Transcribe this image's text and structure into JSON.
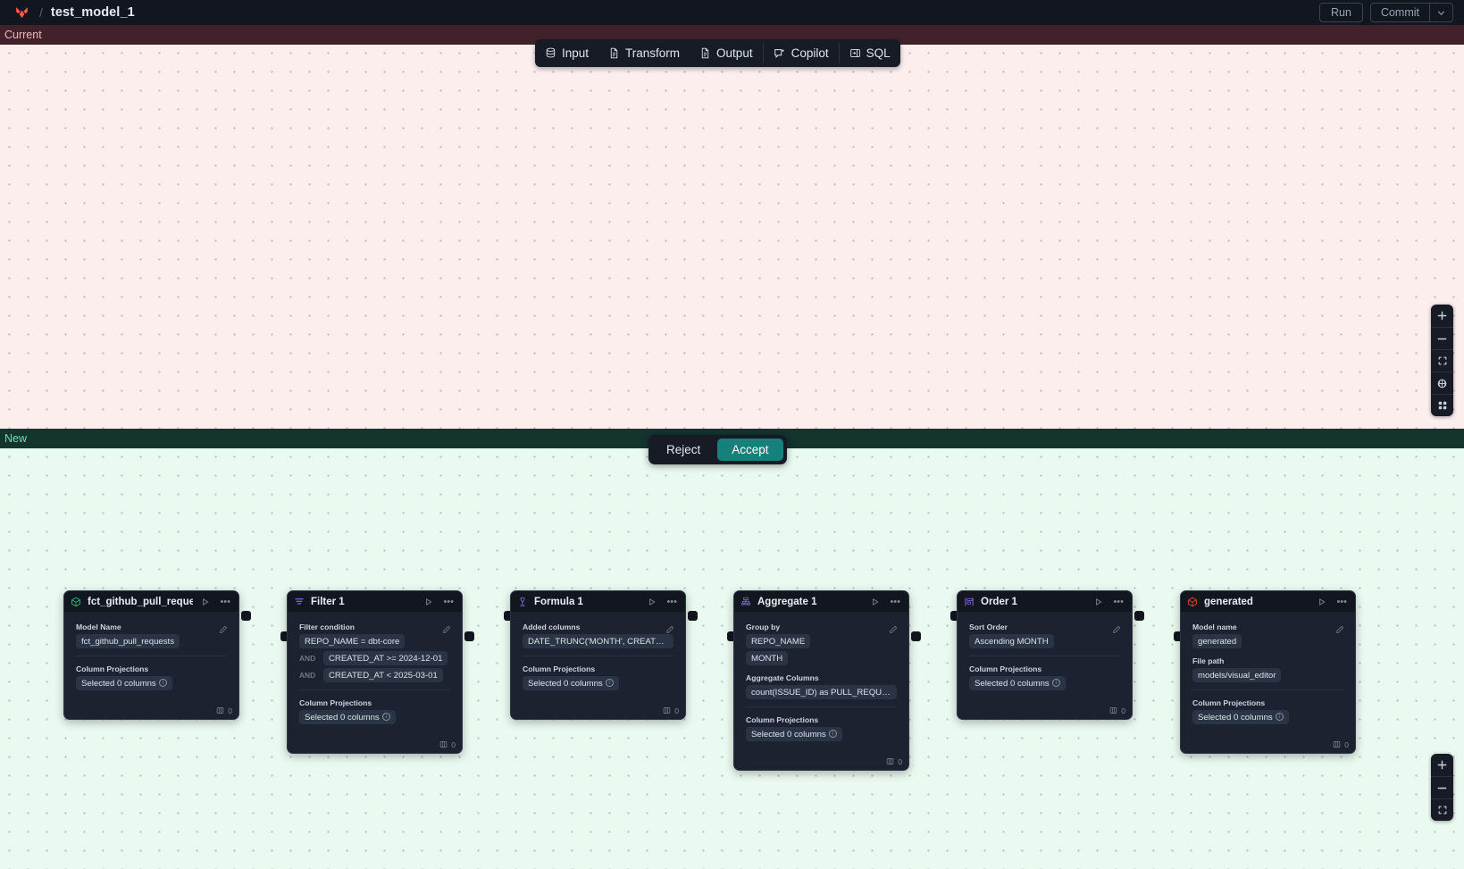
{
  "topbar": {
    "logo_icon": "dbt-logo-icon",
    "separator": "/",
    "title": "test_model_1",
    "run_label": "Run",
    "commit_label": "Commit",
    "commit_caret_icon": "chevron-down-icon"
  },
  "toolbar": {
    "items": [
      {
        "label": "Input",
        "icon": "database-icon"
      },
      {
        "label": "Transform",
        "icon": "file-text-icon"
      },
      {
        "label": "Output",
        "icon": "file-text-icon"
      },
      {
        "label": "Copilot",
        "icon": "copilot-sparkle-icon"
      },
      {
        "label": "SQL",
        "icon": "sql-panel-icon"
      }
    ]
  },
  "panes": {
    "current_label": "Current",
    "new_label": "New"
  },
  "decision": {
    "reject_label": "Reject",
    "accept_label": "Accept",
    "accent_color": "#16807a"
  },
  "zoom_controls_top": [
    {
      "icon": "plus-icon"
    },
    {
      "icon": "minus-icon"
    },
    {
      "icon": "fit-view-icon"
    },
    {
      "icon": "globe-icon"
    },
    {
      "icon": "grid-icon"
    }
  ],
  "zoom_controls_bottom": [
    {
      "icon": "plus-icon"
    },
    {
      "icon": "minus-icon"
    },
    {
      "icon": "fit-view-icon"
    }
  ],
  "nodes": [
    {
      "id": "source",
      "title": "fct_github_pull_requests",
      "icon": "cube-green-icon",
      "fields": [
        {
          "label": "Model Name",
          "chips": [
            {
              "text": "fct_github_pull_requests"
            }
          ]
        },
        {
          "label": "Column Projections",
          "chips": [
            {
              "text": "Selected 0 columns",
              "info": true
            }
          ]
        }
      ],
      "footer_count": "0",
      "footer_icon": "columns-icon"
    },
    {
      "id": "filter",
      "title": "Filter 1",
      "icon": "filter-purple-icon",
      "fields": [
        {
          "label": "Filter condition",
          "chips": [
            {
              "text": "REPO_NAME = dbt-core"
            },
            {
              "prefix": "AND",
              "text": "CREATED_AT >= 2024-12-01"
            },
            {
              "prefix": "AND",
              "text": "CREATED_AT < 2025-03-01"
            }
          ]
        },
        {
          "label": "Column Projections",
          "chips": [
            {
              "text": "Selected 0 columns",
              "info": true
            }
          ]
        }
      ],
      "footer_count": "0",
      "footer_icon": "columns-icon"
    },
    {
      "id": "formula",
      "title": "Formula 1",
      "icon": "formula-purple-icon",
      "fields": [
        {
          "label": "Added columns",
          "chips": [
            {
              "text": "DATE_TRUNC('MONTH', CREATED_AT..."
            }
          ]
        },
        {
          "label": "Column Projections",
          "chips": [
            {
              "text": "Selected 0 columns",
              "info": true
            }
          ]
        }
      ],
      "footer_count": "0",
      "footer_icon": "columns-icon"
    },
    {
      "id": "aggregate",
      "title": "Aggregate 1",
      "icon": "aggregate-purple-icon",
      "fields": [
        {
          "label": "Group by",
          "chips": [
            {
              "text": "REPO_NAME"
            },
            {
              "text": "MONTH"
            }
          ]
        },
        {
          "label": "Aggregate Columns",
          "chips": [
            {
              "text": "count(ISSUE_ID) as PULL_REQUEST_..."
            }
          ]
        },
        {
          "label": "Column Projections",
          "chips": [
            {
              "text": "Selected 0 columns",
              "info": true
            }
          ]
        }
      ],
      "footer_count": "0",
      "footer_icon": "columns-icon"
    },
    {
      "id": "order",
      "title": "Order 1",
      "icon": "order-purple-icon",
      "fields": [
        {
          "label": "Sort Order",
          "chips": [
            {
              "text": "Ascending MONTH"
            }
          ]
        },
        {
          "label": "Column Projections",
          "chips": [
            {
              "text": "Selected 0 columns",
              "info": true
            }
          ]
        }
      ],
      "footer_count": "0",
      "footer_icon": "columns-icon"
    },
    {
      "id": "output",
      "title": "generated",
      "icon": "cube-red-icon",
      "fields": [
        {
          "label": "Model name",
          "chips": [
            {
              "text": "generated"
            }
          ]
        },
        {
          "label": "File path",
          "chips": [
            {
              "text": "models/visual_editor"
            }
          ]
        },
        {
          "label": "Column Projections",
          "chips": [
            {
              "text": "Selected 0 columns",
              "info": true
            }
          ]
        }
      ],
      "footer_count": "0",
      "footer_icon": "columns-icon"
    }
  ]
}
